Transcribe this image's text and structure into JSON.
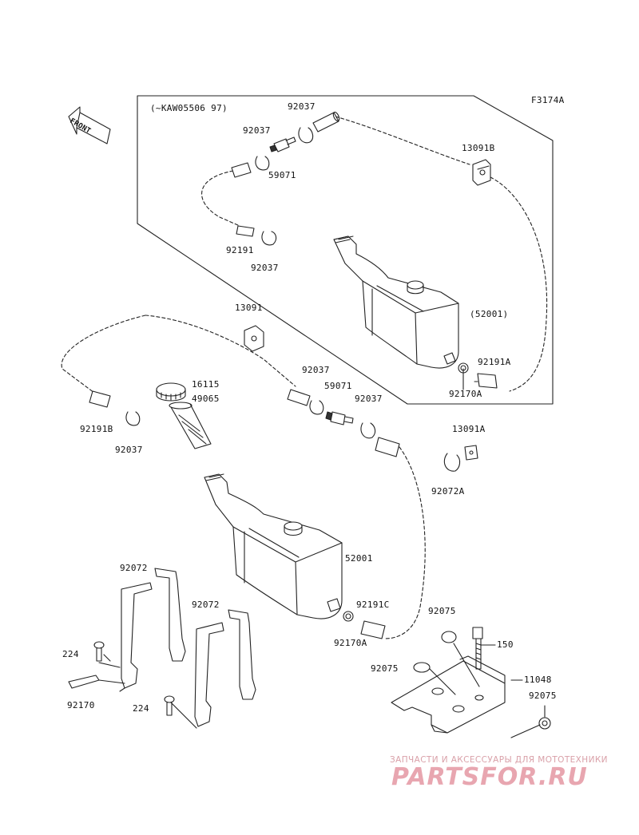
{
  "diagram_code": "F3174A",
  "variant_note": "(~KAW05506 97)",
  "front_label": "FRONT",
  "labels": {
    "u_92037_a": "92037",
    "u_92037_b": "92037",
    "u_59071": "59071",
    "u_13091b": "13091B",
    "u_92191": "92191",
    "u_92037_c": "92037",
    "u_52001_paren": "(52001)",
    "u_92191a": "92191A",
    "u_92170a": "92170A",
    "l_13091": "13091",
    "l_16115": "16115",
    "l_49065": "49065",
    "l_92037_a": "92037",
    "l_59071": "59071",
    "l_92037_b": "92037",
    "l_92191b": "92191B",
    "l_92037_c": "92037",
    "l_13091a": "13091A",
    "l_92072a": "92072A",
    "l_52001": "52001",
    "l_92072_a": "92072",
    "l_92072_b": "92072",
    "l_224_a": "224",
    "l_92170": "92170",
    "l_224_b": "224",
    "l_92191c": "92191C",
    "l_92170a": "92170A",
    "l_92075_a": "92075",
    "l_150": "150",
    "l_92075_b": "92075",
    "l_11048": "11048",
    "l_92075_c": "92075"
  },
  "watermark": {
    "tagline": "ЗАПЧАСТИ И АКСЕССУАРЫ ДЛЯ МОТОТЕХНИКИ",
    "logo": "PARTSFOR.RU",
    "color": "#e8a6b0"
  }
}
